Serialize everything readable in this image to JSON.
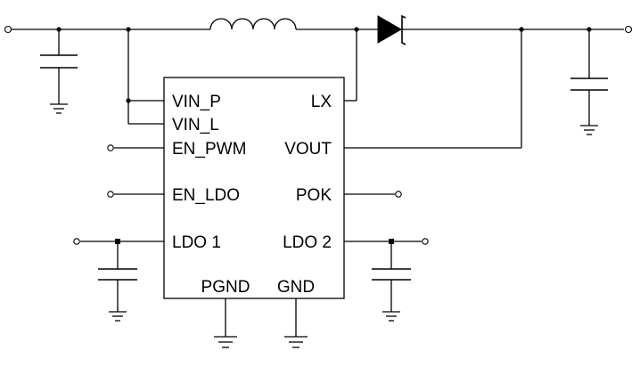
{
  "ic": {
    "pins": {
      "vin_p": "VIN_P",
      "vin_l": "VIN_L",
      "en_pwm": "EN_PWM",
      "en_ldo": "EN_LDO",
      "ldo1": "LDO 1",
      "lx": "LX",
      "vout": "VOUT",
      "pok": "POK",
      "ldo2": "LDO 2",
      "pgnd": "PGND",
      "gnd": "GND"
    }
  },
  "components": {
    "inductor": "inductor-icon",
    "diode": "schottky-diode-icon",
    "capacitor": "capacitor-icon",
    "ground": "ground-icon",
    "terminal": "open-terminal-icon"
  }
}
